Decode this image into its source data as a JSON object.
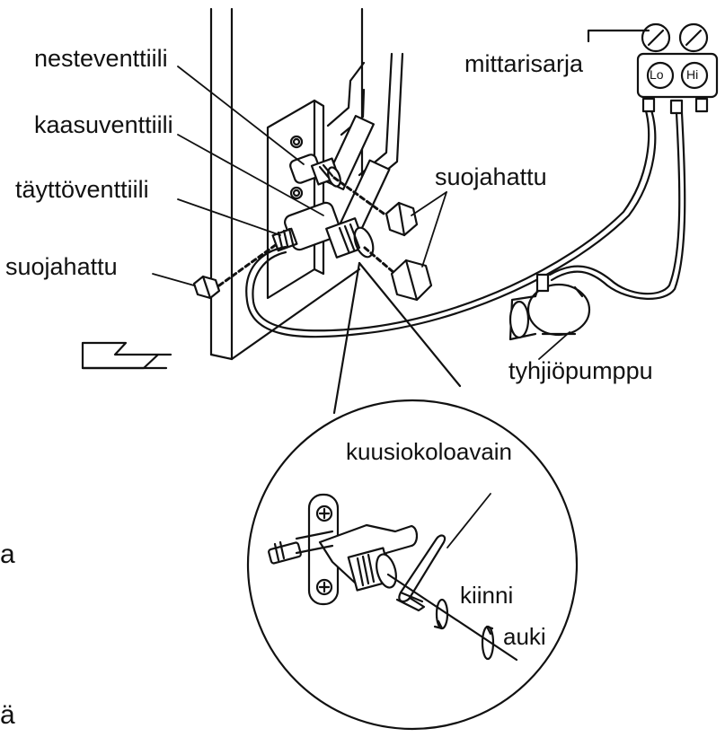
{
  "labels": {
    "liquid_valve": "nesteventtiili",
    "gas_valve": "kaasuventtiili",
    "service_port": "täyttöventtiili",
    "cap_left": "suojahattu",
    "cap_right": "suojahattu",
    "gauge_manifold": "mittarisarja",
    "low_side": "Lo",
    "high_side": "Hi",
    "vacuum_pump": "tyhjiöpumppu",
    "hex_key": "kuusiokoloavain",
    "close": "kiinni",
    "open": "auki"
  },
  "cut_off_text": {
    "fragment_a": "a",
    "fragment_b": "ä"
  }
}
